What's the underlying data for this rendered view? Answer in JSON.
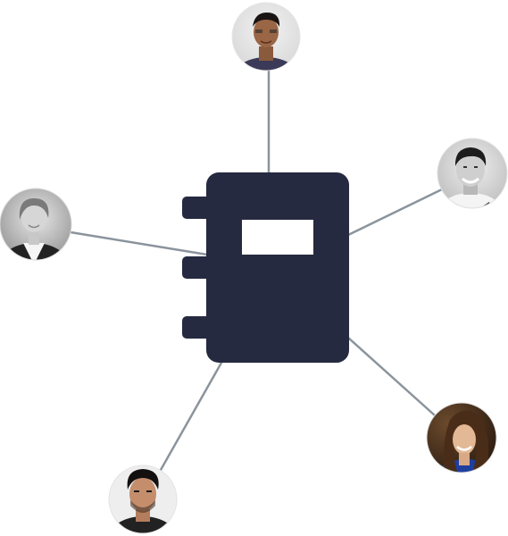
{
  "diagram": {
    "hub": {
      "icon": "notebook-icon",
      "color": "#252a40"
    },
    "connector_color": "#8b949c",
    "contacts": [
      {
        "id": "top",
        "avatar": "person-avatar",
        "tone": "dark-man-color-photo"
      },
      {
        "id": "right",
        "avatar": "person-avatar",
        "tone": "smiling-man-grayscale-photo"
      },
      {
        "id": "left",
        "avatar": "person-avatar",
        "tone": "woman-grayscale-photo"
      },
      {
        "id": "bottom-right",
        "avatar": "person-avatar",
        "tone": "woman-color-photo"
      },
      {
        "id": "bottom-left",
        "avatar": "person-avatar",
        "tone": "man-color-photo"
      }
    ]
  }
}
